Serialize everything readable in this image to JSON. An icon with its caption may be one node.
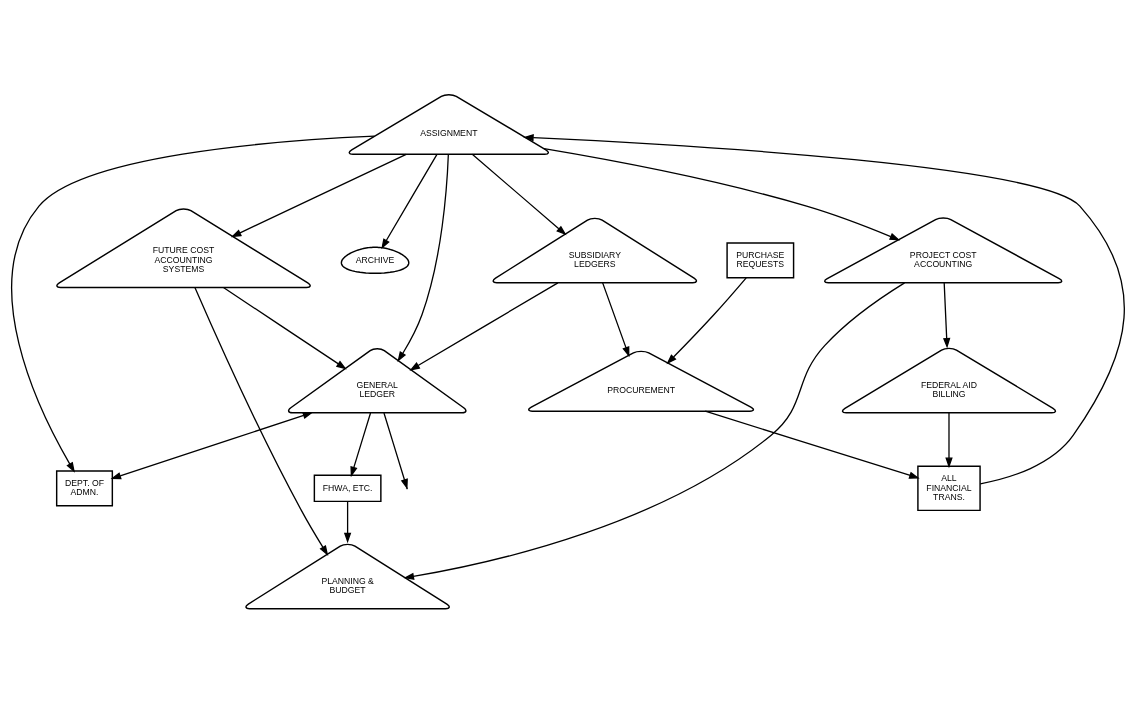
{
  "diagram": {
    "nodes": [
      {
        "text": [
          "FHWA, ETC."
        ]
      },
      {
        "text": [
          "DEPT. OF ADMN."
        ]
      },
      {
        "text": [
          "ALL FINANCIAL TRANS."
        ]
      },
      {
        "text": [
          "ARCHIVE"
        ]
      },
      {
        "text": [
          "FEDERAL AID BILLING"
        ]
      },
      {
        "text": [
          "GENERAL LEDGER"
        ]
      },
      {
        "text": [
          "ASSIGNMENT"
        ]
      },
      {
        "text": [
          "FUTURE COST ACCOUNTING SYSTEMS"
        ]
      },
      {
        "text": [
          "PROJECT COST ACCOUNTING"
        ]
      },
      {
        "text": [
          "SUBSIDIARY LEDGERS"
        ]
      },
      {
        "text": [
          "PLANNING & BUDGET"
        ]
      },
      {
        "text": [
          "PURCHASE REQUESTS"
        ]
      },
      {
        "text": [
          "PROCUREMENT"
        ]
      }
    ],
    "edges": [
      {
        "from": 5,
        "to": 0,
        "arrow": "to"
      },
      {
        "from": 5,
        "to": 1,
        "arrow": "both"
      },
      {
        "from": 6,
        "to": 1,
        "arrow": "to"
      },
      {
        "from": 2,
        "to": 6,
        "arrow": "to"
      },
      {
        "from": 6,
        "to": 3,
        "arrow": "to"
      },
      {
        "from": 4,
        "to": 2,
        "arrow": "to"
      },
      {
        "from": 12,
        "to": 2,
        "arrow": "to"
      },
      {
        "from": 6,
        "to": 5,
        "arrow": "to"
      },
      {
        "from": 5,
        "to": null,
        "arrow": "to"
      },
      {
        "from": 7,
        "to": 5,
        "arrow": "to"
      },
      {
        "from": 6,
        "to": 7,
        "arrow": "to"
      },
      {
        "from": 6,
        "to": 8,
        "arrow": "to"
      },
      {
        "from": 6,
        "to": 9,
        "arrow": "to"
      },
      {
        "from": 8,
        "to": 4,
        "arrow": "to"
      },
      {
        "from": 8,
        "to": 10,
        "arrow": "to"
      },
      {
        "from": 7,
        "to": 10,
        "arrow": "to"
      },
      {
        "from": 9,
        "to": 5,
        "arrow": "to"
      },
      {
        "from": 0,
        "to": 10,
        "arrow": "to"
      },
      {
        "from": 9,
        "to": 12,
        "arrow": "to"
      },
      {
        "from": 11,
        "to": 12,
        "arrow": "to"
      }
    ]
  }
}
